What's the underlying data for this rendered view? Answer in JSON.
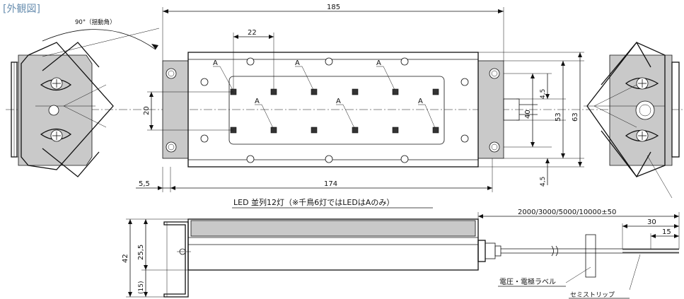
{
  "title": "[外観図]",
  "top_view": {
    "swing_angle_label": "90°（揺動角）",
    "dim_overall_length": "185",
    "dim_led_pitch": "22",
    "dim_led_row_gap": "20",
    "dim_offset": "5,5",
    "dim_body_length": "174",
    "dim_4_5_top": "4,5",
    "dim_40": "40",
    "dim_53": "53",
    "dim_63": "63",
    "dim_4_5_bottom": "4,5",
    "led_marker": "A",
    "led_caption": "LED 並列12灯（※千鳥6灯ではLEDはAのみ）"
  },
  "side_view": {
    "dim_height": "42",
    "dim_25_5": "25,5",
    "dim_15": "(15)",
    "dim_cable_length": "2000/3000/5000/10000±50",
    "dim_30": "30",
    "dim_15_strip": "15",
    "label_voltage": "電圧・電極ラベル",
    "label_semi_strip": "セミストリップ"
  }
}
